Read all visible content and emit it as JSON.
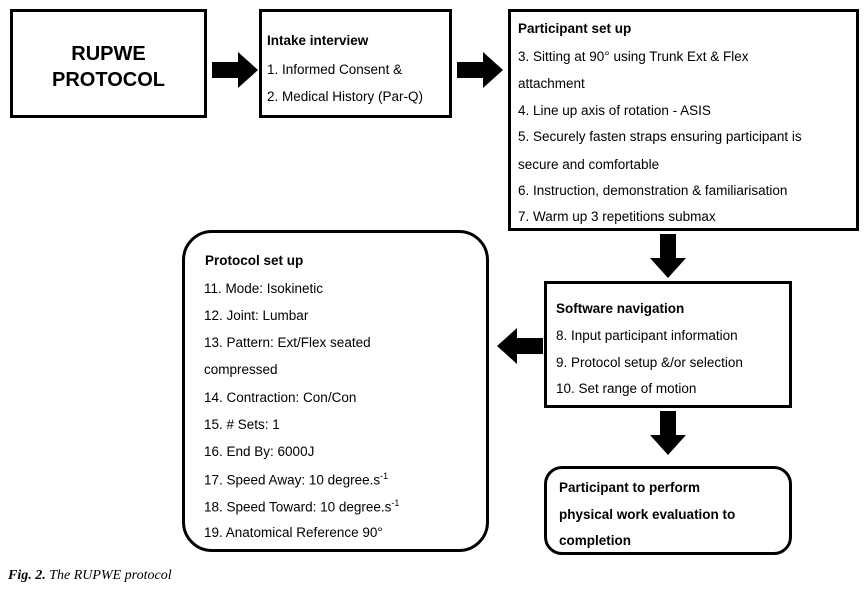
{
  "colors": {
    "line": "#000000",
    "background": "#ffffff"
  },
  "boxes": {
    "protocol": {
      "title_line1": "RUPWE",
      "title_line2": "PROTOCOL"
    },
    "intake": {
      "title": "Intake interview",
      "items": [
        "1. Informed Consent &",
        "2. Medical History (Par-Q)"
      ]
    },
    "participant_setup": {
      "title": "Participant  set up",
      "items": [
        "3.  Sitting at 90° using Trunk Ext & Flex",
        "      attachment",
        "4.  Line up axis of rotation  - ASIS",
        "5.  Securely fasten straps ensuring participant is",
        "      secure and comfortable",
        "6.  Instruction,  demonstration  & familiarisation",
        "7.  Warm up 3 repetitions  submax"
      ]
    },
    "software": {
      "title": "Software navigation",
      "items": [
        "8.  Input participant  information",
        "9.  Protocol setup &/or selection",
        "10. Set range of motion"
      ]
    },
    "protocol_setup": {
      "title": "Protocol  set up",
      "items": [
        "11. Mode:  Isokinetic",
        "12. Joint:  Lumbar",
        "13. Pattern:  Ext/Flex  seated",
        "      compressed",
        "14. Contraction:  Con/Con",
        "15. # Sets:  1",
        "16. End By: 6000J"
      ],
      "speed_away": {
        "text": "17. Speed Away:  10 degree.s",
        "sup": "-1"
      },
      "speed_toward": {
        "text": "18. Speed Toward:  10 degree.s",
        "sup": "-1"
      },
      "last_item": "19. Anatomical Reference  90°"
    },
    "perform": {
      "lines": [
        "Participant  to perform",
        "physical work evaluation  to",
        "completion"
      ]
    }
  },
  "caption": {
    "label": "Fig. 2.",
    "text": " The RUPWE protocol"
  }
}
